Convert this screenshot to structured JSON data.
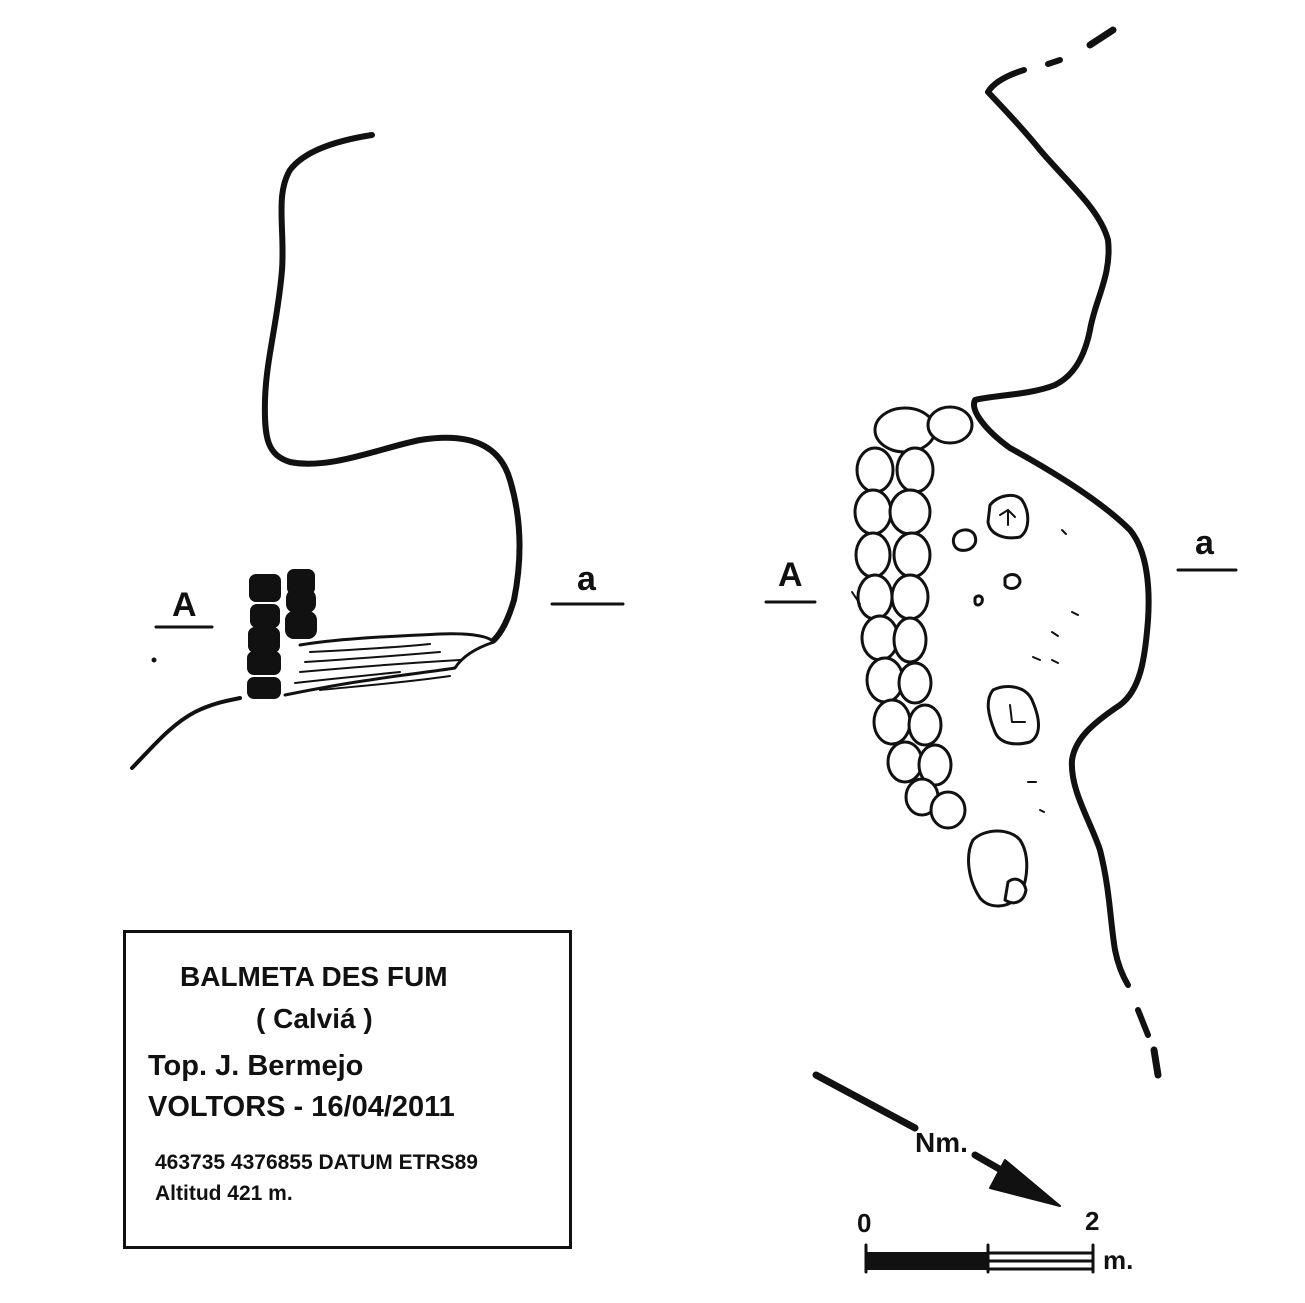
{
  "section_cut": {
    "left_upper": "A",
    "left_lower": "a",
    "right_upper": "A",
    "right_lower": "a"
  },
  "title_block": {
    "name": "BALMETA DES FUM",
    "municipality": "( Calviá )",
    "surveyor": "Top. J. Bermejo",
    "group_date": "VOLTORS - 16/04/2011",
    "coordinates": "463735 4376855 DATUM ETRS89",
    "altitude": "Altitud 421 m."
  },
  "north_arrow": {
    "label": "Nm."
  },
  "scale_bar": {
    "start": "0",
    "end": "2",
    "unit": "m."
  },
  "colors": {
    "ink": "#111111",
    "paper": "#ffffff"
  }
}
